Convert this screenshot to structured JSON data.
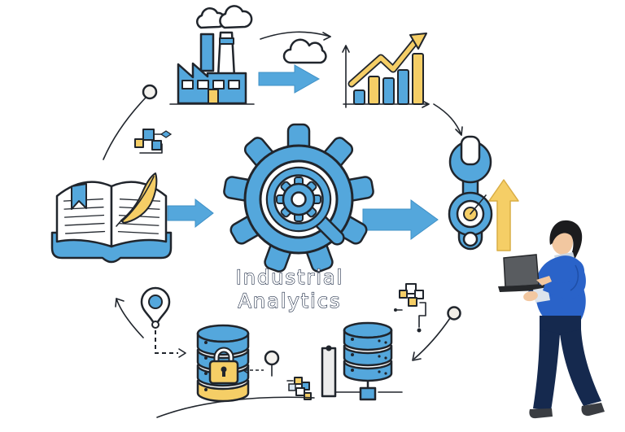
{
  "title": {
    "line1": "Industrial",
    "line2": "Analytics"
  },
  "colors": {
    "blue": "#54a7dc",
    "yellow": "#f5ce66",
    "ink": "#20252c",
    "navy": "#1d2b45",
    "shirt": "#2a63c9",
    "pants": "#15294e",
    "skin": "#f2c7a0",
    "hair": "#1c1c1e",
    "laptop": "#595c60"
  },
  "icons": {
    "factory": "factory-icon",
    "cloud": "cloud-icon",
    "growth_chart": "growth-chart-icon",
    "gear_magnifier": "gear-magnifier-icon",
    "book_quill": "book-quill-icon",
    "wrench_target": "wrench-target-icon",
    "up_arrow": "up-arrow-icon",
    "secure_database": "secure-database-icon",
    "database_network": "database-network-icon",
    "location_pin": "location-pin-icon",
    "data_blocks_top": "data-blocks-icon-top",
    "data_blocks_bottom": "data-blocks-icon-bottom",
    "circuit_blocks": "circuit-blocks-icon",
    "server_bar": "server-bar-icon",
    "person_laptop": "person-laptop-illustration"
  }
}
